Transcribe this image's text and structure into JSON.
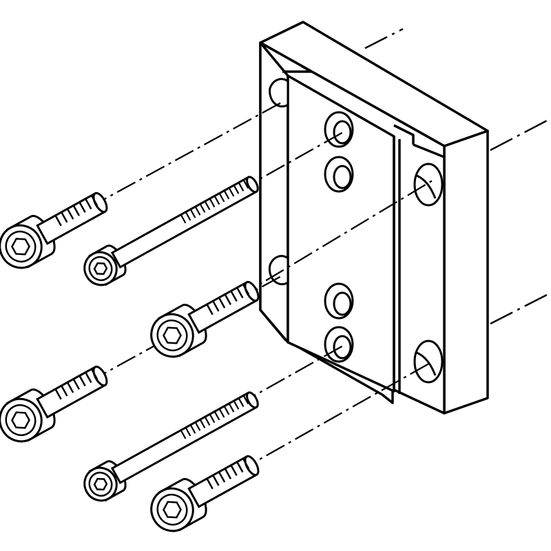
{
  "drawing": {
    "subject": "",
    "plate_color": "#ffffff",
    "line_color": "#000000",
    "screws": [
      {
        "kind": "short-cap-screw",
        "icon": "cap-screw-icon"
      },
      {
        "kind": "long-cap-screw",
        "icon": "cap-screw-icon"
      },
      {
        "kind": "short-cap-screw",
        "icon": "cap-screw-icon"
      },
      {
        "kind": "short-cap-screw",
        "icon": "cap-screw-icon"
      },
      {
        "kind": "long-cap-screw",
        "icon": "cap-screw-icon"
      },
      {
        "kind": "short-cap-screw",
        "icon": "cap-screw-icon"
      }
    ]
  }
}
